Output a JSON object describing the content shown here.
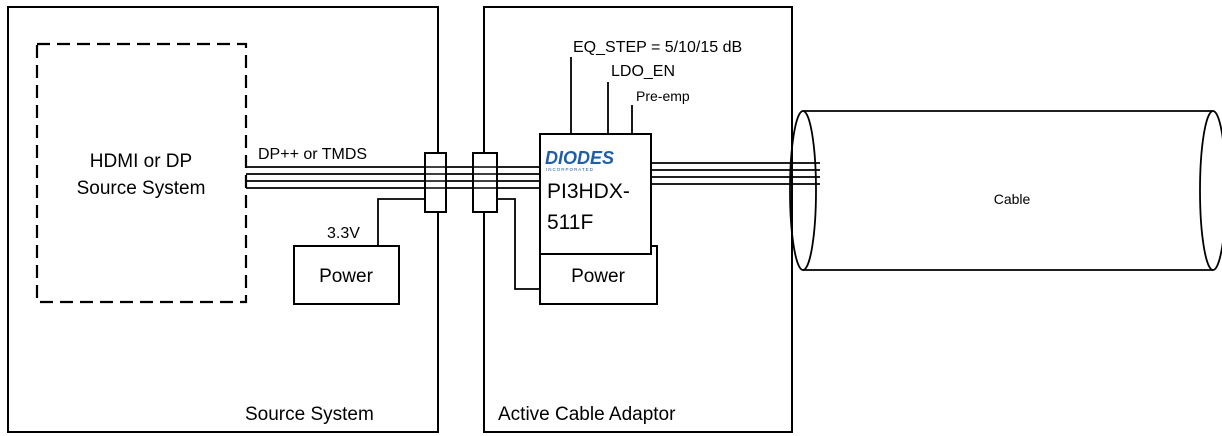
{
  "labels": {
    "source_system": "Source System",
    "active_cable_adaptor": "Active Cable Adaptor",
    "hdmi_dp_line1": "HDMI or DP",
    "hdmi_dp_line2": "Source System",
    "signal": "DP++ or TMDS",
    "voltage": "3.3V",
    "power_left": "Power",
    "power_right": "Power",
    "eq_step": "EQ_STEP = 5/10/15 dB",
    "ldo_en": "LDO_EN",
    "pre_emp": "Pre-emp",
    "chip_line1": "PI3HDX-",
    "chip_line2": "511F",
    "cable": "Cable"
  },
  "logo": {
    "text": "DIODES",
    "subtext": "INCORPORATED",
    "color": "#1f5fa8"
  }
}
